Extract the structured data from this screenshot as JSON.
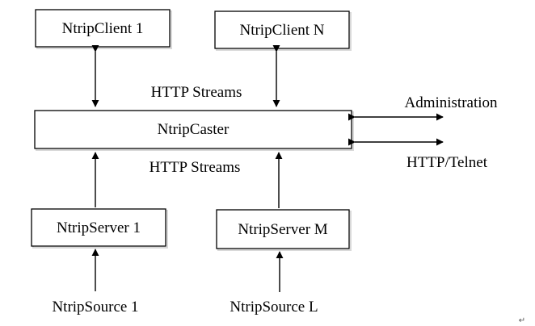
{
  "nodes": {
    "client_1": "NtripClient 1",
    "client_n": "NtripClient N",
    "caster": "NtripCaster",
    "server_1": "NtripServer 1",
    "server_m": "NtripServer M"
  },
  "sources": {
    "source_1": "NtripSource 1",
    "source_l": "NtripSource L"
  },
  "labels": {
    "http_streams_top": "HTTP Streams",
    "http_streams_bottom": "HTTP Streams",
    "administration": "Administration",
    "http_telnet": "HTTP/Telnet"
  },
  "paragraph_mark": "↵"
}
